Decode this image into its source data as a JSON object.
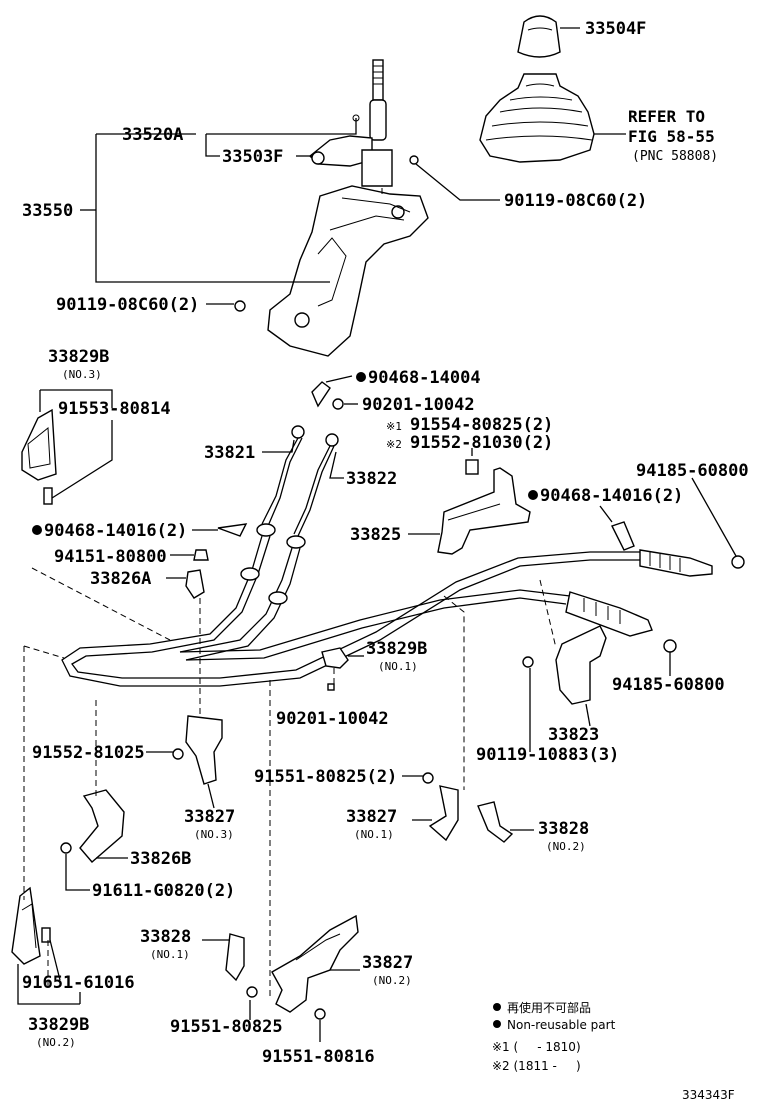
{
  "parts": {
    "p33504F": "33504F",
    "p33520A": "33520A",
    "p33503F": "33503F",
    "p33550": "33550",
    "p90119_08C60_a": "90119-08C60(2)",
    "p90119_08C60_b": "90119-08C60(2)",
    "p33829B_no3": "33829B",
    "p91553": "91553-80814",
    "p90468_14004": "90468-14004",
    "p90201_a": "90201-10042",
    "p91554": "91554-80825(2)",
    "p91552_810": "91552-81030(2)",
    "p33821": "33821",
    "p33822": "33822",
    "p94185_a": "94185-60800",
    "p90468_14016_a": "90468-14016(2)",
    "p90468_14016_b": "90468-14016(2)",
    "p33825": "33825",
    "p94151": "94151-80800",
    "p33826A": "33826A",
    "p33829B_no1": "33829B",
    "p90201_b": "90201-10042",
    "p94185_b": "94185-60800",
    "p33823": "33823",
    "p90119_10883": "90119-10883(3)",
    "p91552_81025": "91552-81025",
    "p33827_no3": "33827",
    "p91551_80825_2": "91551-80825(2)",
    "p33827_no1": "33827",
    "p33828_no2": "33828",
    "p33826B": "33826B",
    "p91611": "91611-G0820(2)",
    "p33828_no1": "33828",
    "p33827_no2": "33827",
    "p91651": "91651-61016",
    "p33829B_no2": "33829B",
    "p91551_80825": "91551-80825",
    "p91551_80816": "91551-80816"
  },
  "subs": {
    "no3_a": "(NO.3)",
    "no1_a": "(NO.1)",
    "no3_b": "(NO.3)",
    "no1_b": "(NO.1)",
    "no2_a": "(NO.2)",
    "no1_c": "(NO.1)",
    "no2_b": "(NO.2)",
    "no2_c": "(NO.2)"
  },
  "refer": {
    "line1": "REFER TO",
    "line2": "FIG 58-55",
    "line3": "(PNC 58808)"
  },
  "marks": {
    "mark1": "※1",
    "mark2": "※2"
  },
  "legend": {
    "nonreusable_cn": "再使用不可部品",
    "nonreusable_en": "Non-reusable part",
    "range1": "※1 (     - 1810)",
    "range2": "※2 (1811 -     )"
  },
  "figure_id": "334343F"
}
